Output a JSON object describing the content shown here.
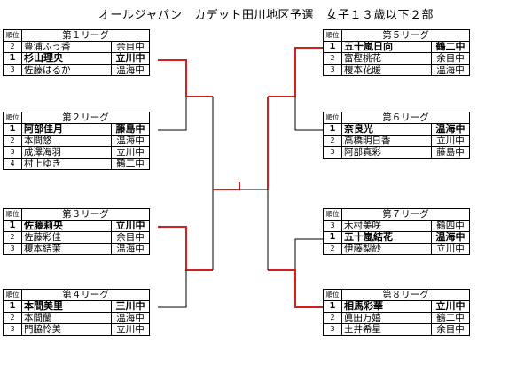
{
  "title": "オールジャパン　カデット田川地区予選　女子１３歳以下２部",
  "rank_header": "順位",
  "bracket_color": "#d42020",
  "leagues": [
    {
      "name": "第１リーグ",
      "players": [
        {
          "rank": "2",
          "name": "豊浦ふう香",
          "school": "余目中"
        },
        {
          "rank": "1",
          "name": "杉山理央",
          "school": "立川中",
          "winner": true
        },
        {
          "rank": "3",
          "name": "佐藤はるか",
          "school": "温海中"
        }
      ]
    },
    {
      "name": "第２リーグ",
      "players": [
        {
          "rank": "1",
          "name": "阿部佳月",
          "school": "藤島中",
          "winner": true
        },
        {
          "rank": "2",
          "name": "本間悠",
          "school": "温海中"
        },
        {
          "rank": "3",
          "name": "成澤海羽",
          "school": "立川中"
        },
        {
          "rank": "4",
          "name": "村上ゆき",
          "school": "鶴二中"
        }
      ]
    },
    {
      "name": "第３リーグ",
      "players": [
        {
          "rank": "1",
          "name": "佐藤莉央",
          "school": "立川中",
          "winner": true
        },
        {
          "rank": "2",
          "name": "佐藤彩佳",
          "school": "余目中"
        },
        {
          "rank": "3",
          "name": "榎本結茉",
          "school": "温海中"
        }
      ]
    },
    {
      "name": "第４リーグ",
      "players": [
        {
          "rank": "1",
          "name": "本間美里",
          "school": "三川中",
          "winner": true
        },
        {
          "rank": "2",
          "name": "本間蘭",
          "school": "温海中"
        },
        {
          "rank": "3",
          "name": "門脇怜美",
          "school": "立川中"
        }
      ]
    },
    {
      "name": "第５リーグ",
      "players": [
        {
          "rank": "1",
          "name": "五十嵐日向",
          "school": "鶴二中",
          "winner": true
        },
        {
          "rank": "2",
          "name": "富樫桃花",
          "school": "余目中"
        },
        {
          "rank": "3",
          "name": "榎本花暖",
          "school": "温海中"
        }
      ]
    },
    {
      "name": "第６リーグ",
      "players": [
        {
          "rank": "1",
          "name": "奈良光",
          "school": "温海中",
          "winner": true
        },
        {
          "rank": "2",
          "name": "高橋明日香",
          "school": "立川中"
        },
        {
          "rank": "3",
          "name": "阿部真彩",
          "school": "藤島中"
        }
      ]
    },
    {
      "name": "第７リーグ",
      "players": [
        {
          "rank": "3",
          "name": "木村美咲",
          "school": "鶴四中"
        },
        {
          "rank": "1",
          "name": "五十嵐結花",
          "school": "温海中",
          "winner": true
        },
        {
          "rank": "2",
          "name": "伊藤梨紗",
          "school": "立川中"
        }
      ]
    },
    {
      "name": "第８リーグ",
      "players": [
        {
          "rank": "1",
          "name": "相馬彩華",
          "school": "立川中",
          "winner": true
        },
        {
          "rank": "2",
          "name": "眞田万嬉",
          "school": "鶴二中"
        },
        {
          "rank": "3",
          "name": "土井希星",
          "school": "余目中"
        }
      ]
    }
  ]
}
